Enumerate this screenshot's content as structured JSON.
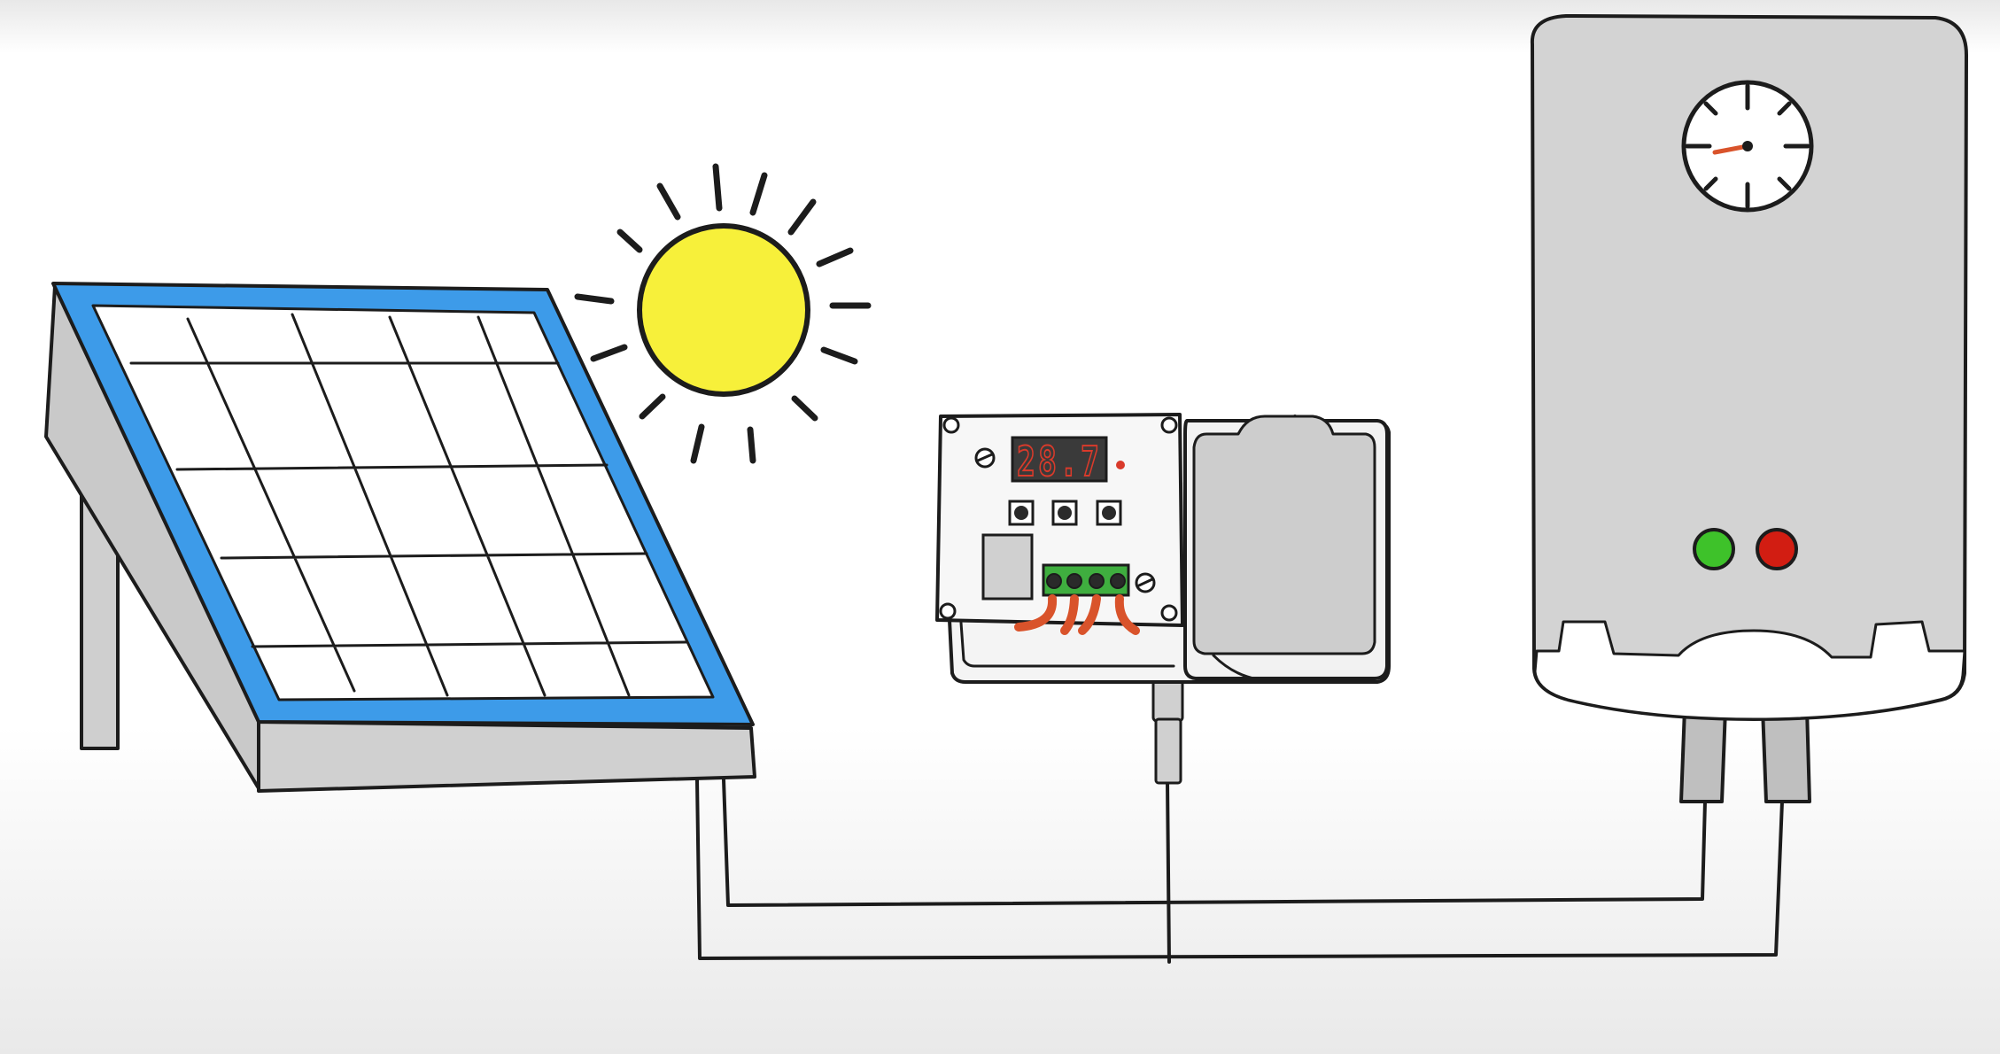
{
  "scene": {
    "background_color": "#ffffff",
    "ink_color": "#1c1c1c",
    "body_gray": "#d3d3d3"
  },
  "solar_panel": {
    "icon": "solar-panel-icon",
    "frame_color": "#3d9be9",
    "cell_color": "#ffffff"
  },
  "sun": {
    "icon": "sun-icon",
    "color": "#f7f03a"
  },
  "controller": {
    "icon": "temperature-controller-icon",
    "display_value": "28.7",
    "display_color": "#d93a2b",
    "terminal_color": "#3fae3f",
    "wire_color": "#d9532b"
  },
  "water_heater": {
    "icon": "water-heater-boiler-icon",
    "gauge_icon": "temperature-gauge-icon",
    "gauge_needle_color": "#d9532b",
    "indicator_lights": [
      {
        "name": "green-indicator-light",
        "color": "#3ec22a"
      },
      {
        "name": "red-indicator-light",
        "color": "#d21d12"
      }
    ]
  }
}
